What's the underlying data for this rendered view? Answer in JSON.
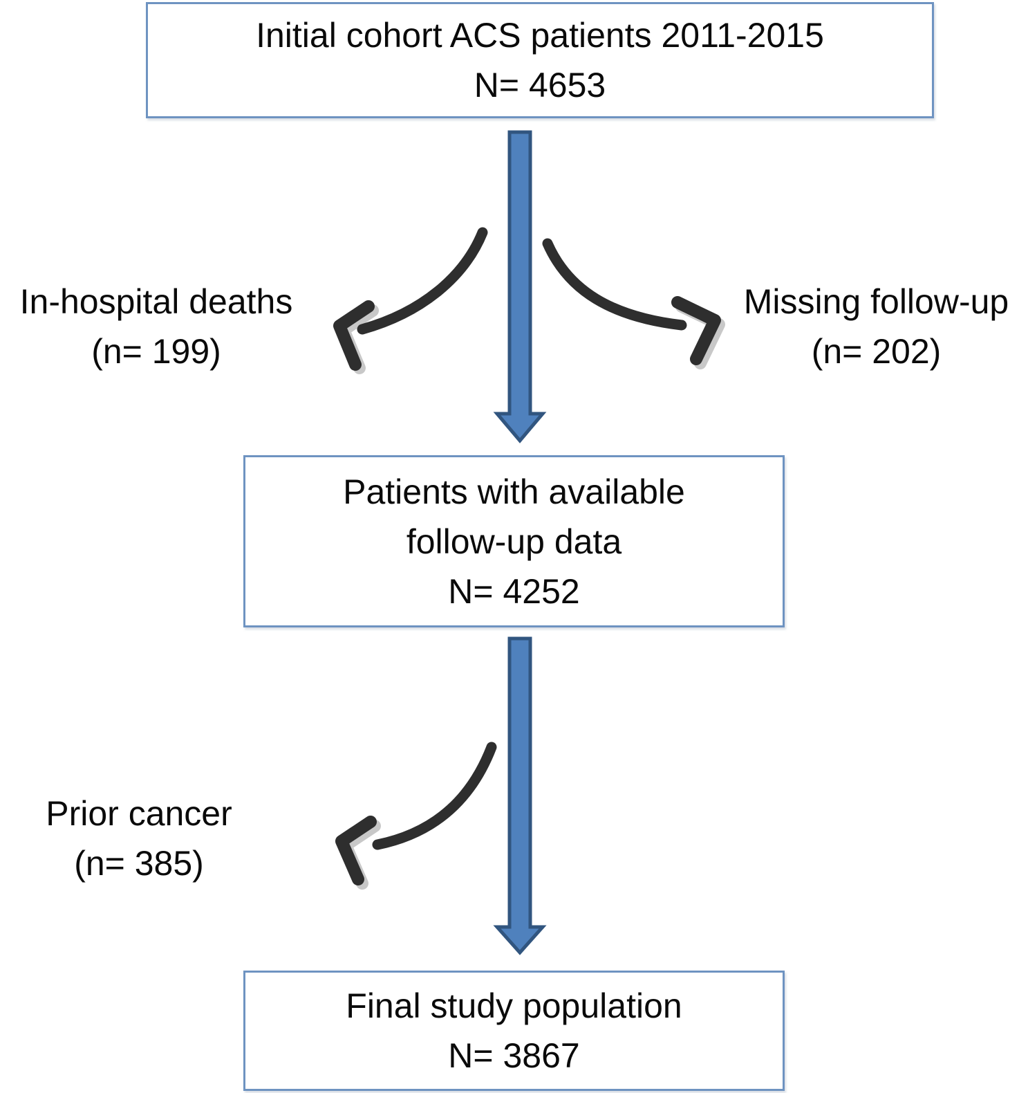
{
  "flow": {
    "boxes": [
      {
        "id": "initial",
        "lines": [
          "Initial cohort ACS patients 2011-2015",
          "N= 4653"
        ]
      },
      {
        "id": "followup",
        "lines": [
          "Patients with available",
          "follow-up data",
          "N= 4252"
        ]
      },
      {
        "id": "final",
        "lines": [
          "Final study population",
          "N= 3867"
        ]
      }
    ],
    "exclusions": [
      {
        "id": "deaths",
        "lines": [
          "In-hospital deaths",
          "(n= 199)"
        ]
      },
      {
        "id": "missing",
        "lines": [
          "Missing follow-up",
          "(n= 202)"
        ]
      },
      {
        "id": "cancer",
        "lines": [
          "Prior cancer",
          "(n= 385)"
        ]
      }
    ],
    "connectors": [
      {
        "name": "main-flow-arrow-top",
        "type": "straight-down-arrow",
        "color": "#4F81BD"
      },
      {
        "name": "main-flow-arrow-bottom",
        "type": "straight-down-arrow",
        "color": "#4F81BD"
      },
      {
        "name": "exclusion-arrow-deaths",
        "type": "curved-left-arrow",
        "color": "#2E2E2E"
      },
      {
        "name": "exclusion-arrow-missing",
        "type": "curved-right-arrow",
        "color": "#2E2E2E"
      },
      {
        "name": "exclusion-arrow-cancer",
        "type": "curved-left-arrow",
        "color": "#2E2E2E"
      }
    ],
    "colors": {
      "box_border": "#6E93C1",
      "box_fill": "#FFFFFF",
      "main_arrow_fill": "#4F81BD",
      "main_arrow_outline": "#31557F",
      "exclusion_arrow": "#2E2E2E",
      "text": "#0A0A0A",
      "background": "#FFFFFF"
    }
  }
}
